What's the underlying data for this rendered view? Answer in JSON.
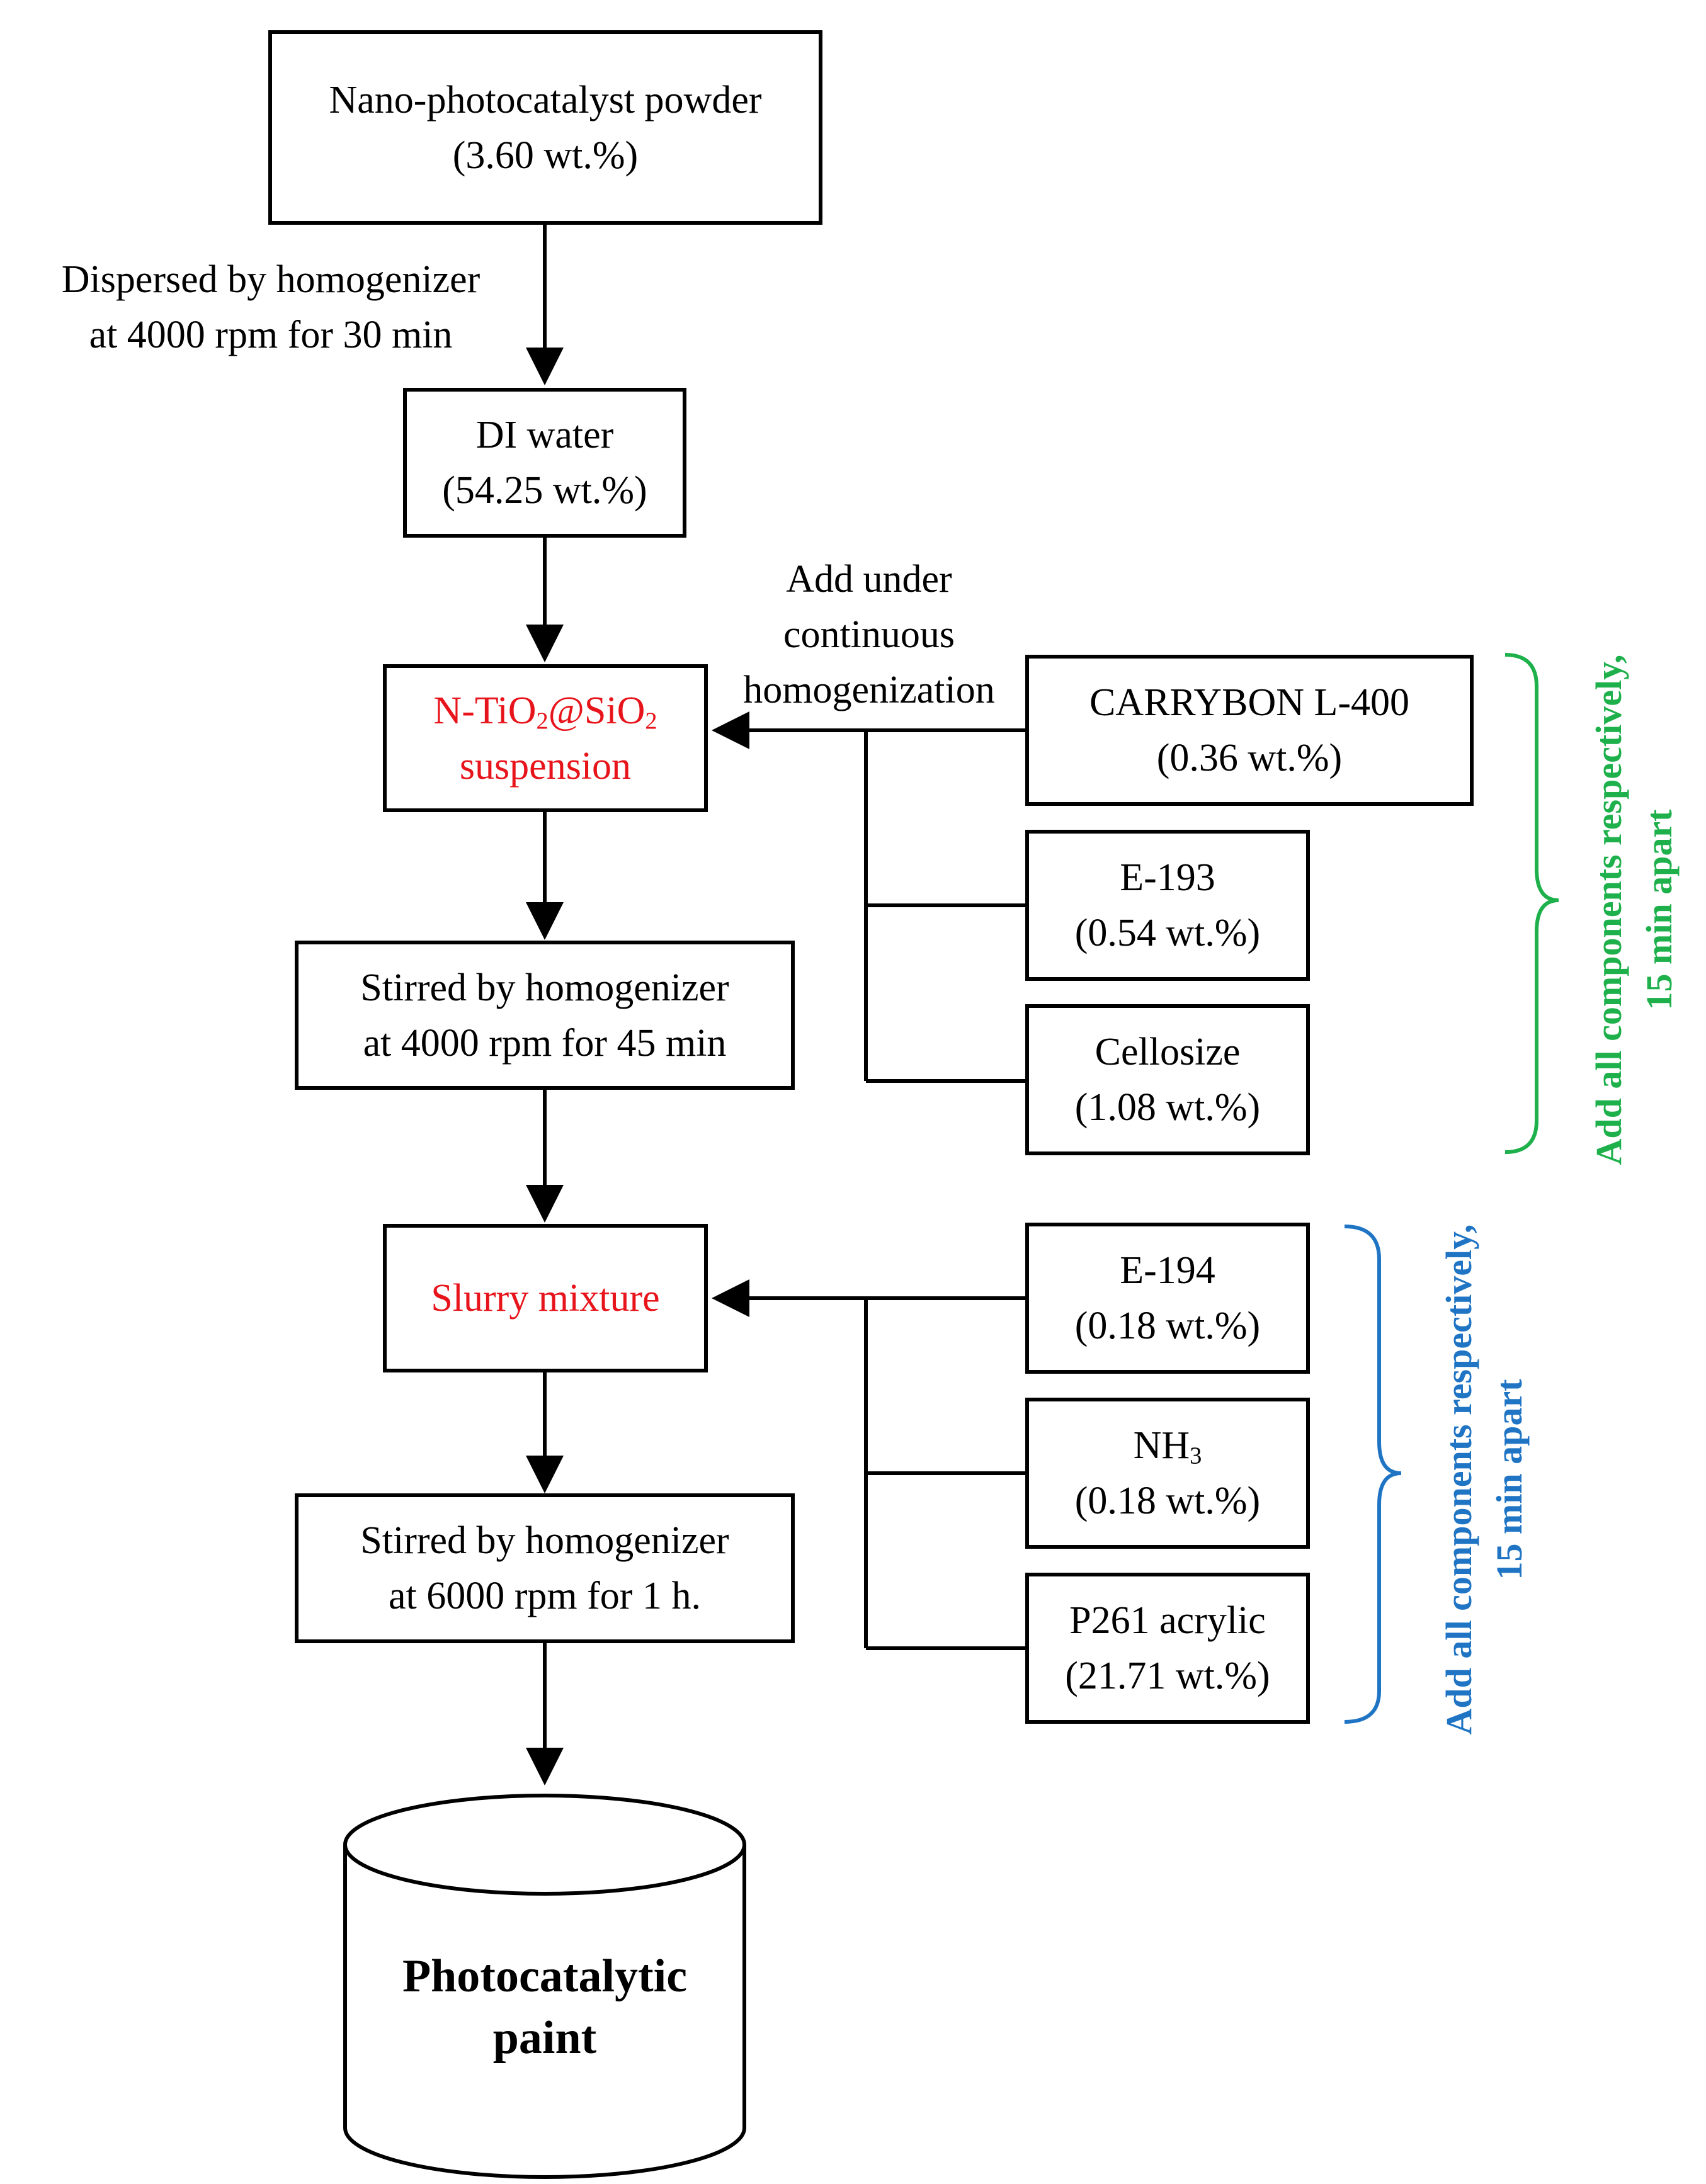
{
  "nodes": {
    "powder": {
      "line1": "Nano-photocatalyst powder",
      "line2": "(3.60 wt.%)"
    },
    "water": {
      "line1": "DI water",
      "line2": "(54.25 wt.%)"
    },
    "suspension": {
      "p1": "N-TiO",
      "sub1": "2",
      "p2": "@SiO",
      "sub2": "2",
      "line2": "suspension",
      "color": "#e8141b"
    },
    "stir45": {
      "line1": "Stirred by homogenizer",
      "line2": "at 4000 rpm for 45 min"
    },
    "slurry": {
      "line1": "Slurry mixture",
      "color": "#e8141b"
    },
    "stir1h": {
      "line1": "Stirred by homogenizer",
      "line2": "at 6000 rpm for 1 h."
    },
    "paint": {
      "line1": "Photocatalytic",
      "line2": "paint"
    }
  },
  "group1": {
    "carrybon": {
      "line1": "CARRYBON L-400",
      "line2": "(0.36 wt.%)"
    },
    "e193": {
      "line1": "E-193",
      "line2": "(0.54 wt.%)"
    },
    "cellosize": {
      "line1": "Cellosize",
      "line2": "(1.08 wt.%)"
    },
    "note_line1": "Add all components respectively,",
    "note_line2": "15 min apart",
    "color": "#1db04b"
  },
  "group2": {
    "e194": {
      "line1": "E-194",
      "line2": "(0.18 wt.%)"
    },
    "nh3": {
      "p1": "NH",
      "sub": "3",
      "line2": "(0.18 wt.%)"
    },
    "acrylic": {
      "line1": "P261 acrylic",
      "line2": "(21.71 wt.%)"
    },
    "note_line1": "Add all components respectively,",
    "note_line2": "15 min apart",
    "color": "#1f74c4"
  },
  "labels": {
    "dispersed_line1": "Dispersed by homogenizer",
    "dispersed_line2": "at 4000 rpm for 30 min",
    "add_line1": "Add under",
    "add_line2": "continuous",
    "add_line3": "homogenization"
  }
}
